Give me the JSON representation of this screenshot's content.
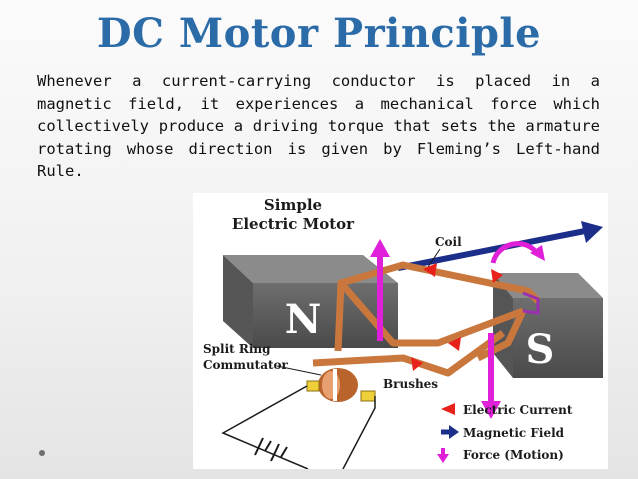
{
  "slide": {
    "title": "DC Motor Principle",
    "paragraph": "Whenever a current-carrying conductor is placed in a magnetic field, it experiences a mechanical force which collectively produce a driving torque that sets the armature rotating whose direction is given by Fleming’s Left-hand Rule."
  },
  "diagram": {
    "heading_line1": "Simple",
    "heading_line2": "Electric Motor",
    "pole_north": "N",
    "pole_south": "S",
    "coil_label": "Coil",
    "split_ring_line1": "Split Ring",
    "split_ring_line2": "Commutator",
    "brushes_label": "Brushes",
    "legend": [
      {
        "label": "Electric Current",
        "color": "#e8221a"
      },
      {
        "label": "Magnetic Field",
        "color": "#1b2e8a"
      },
      {
        "label": "Force (Motion)",
        "color": "#e020d8"
      }
    ],
    "colors": {
      "magnet": "#6b6b6b",
      "coil": "#c9773c",
      "current": "#e8221a",
      "field": "#1b2e8a",
      "force": "#e020d8",
      "brush": "#f0d03a"
    }
  }
}
